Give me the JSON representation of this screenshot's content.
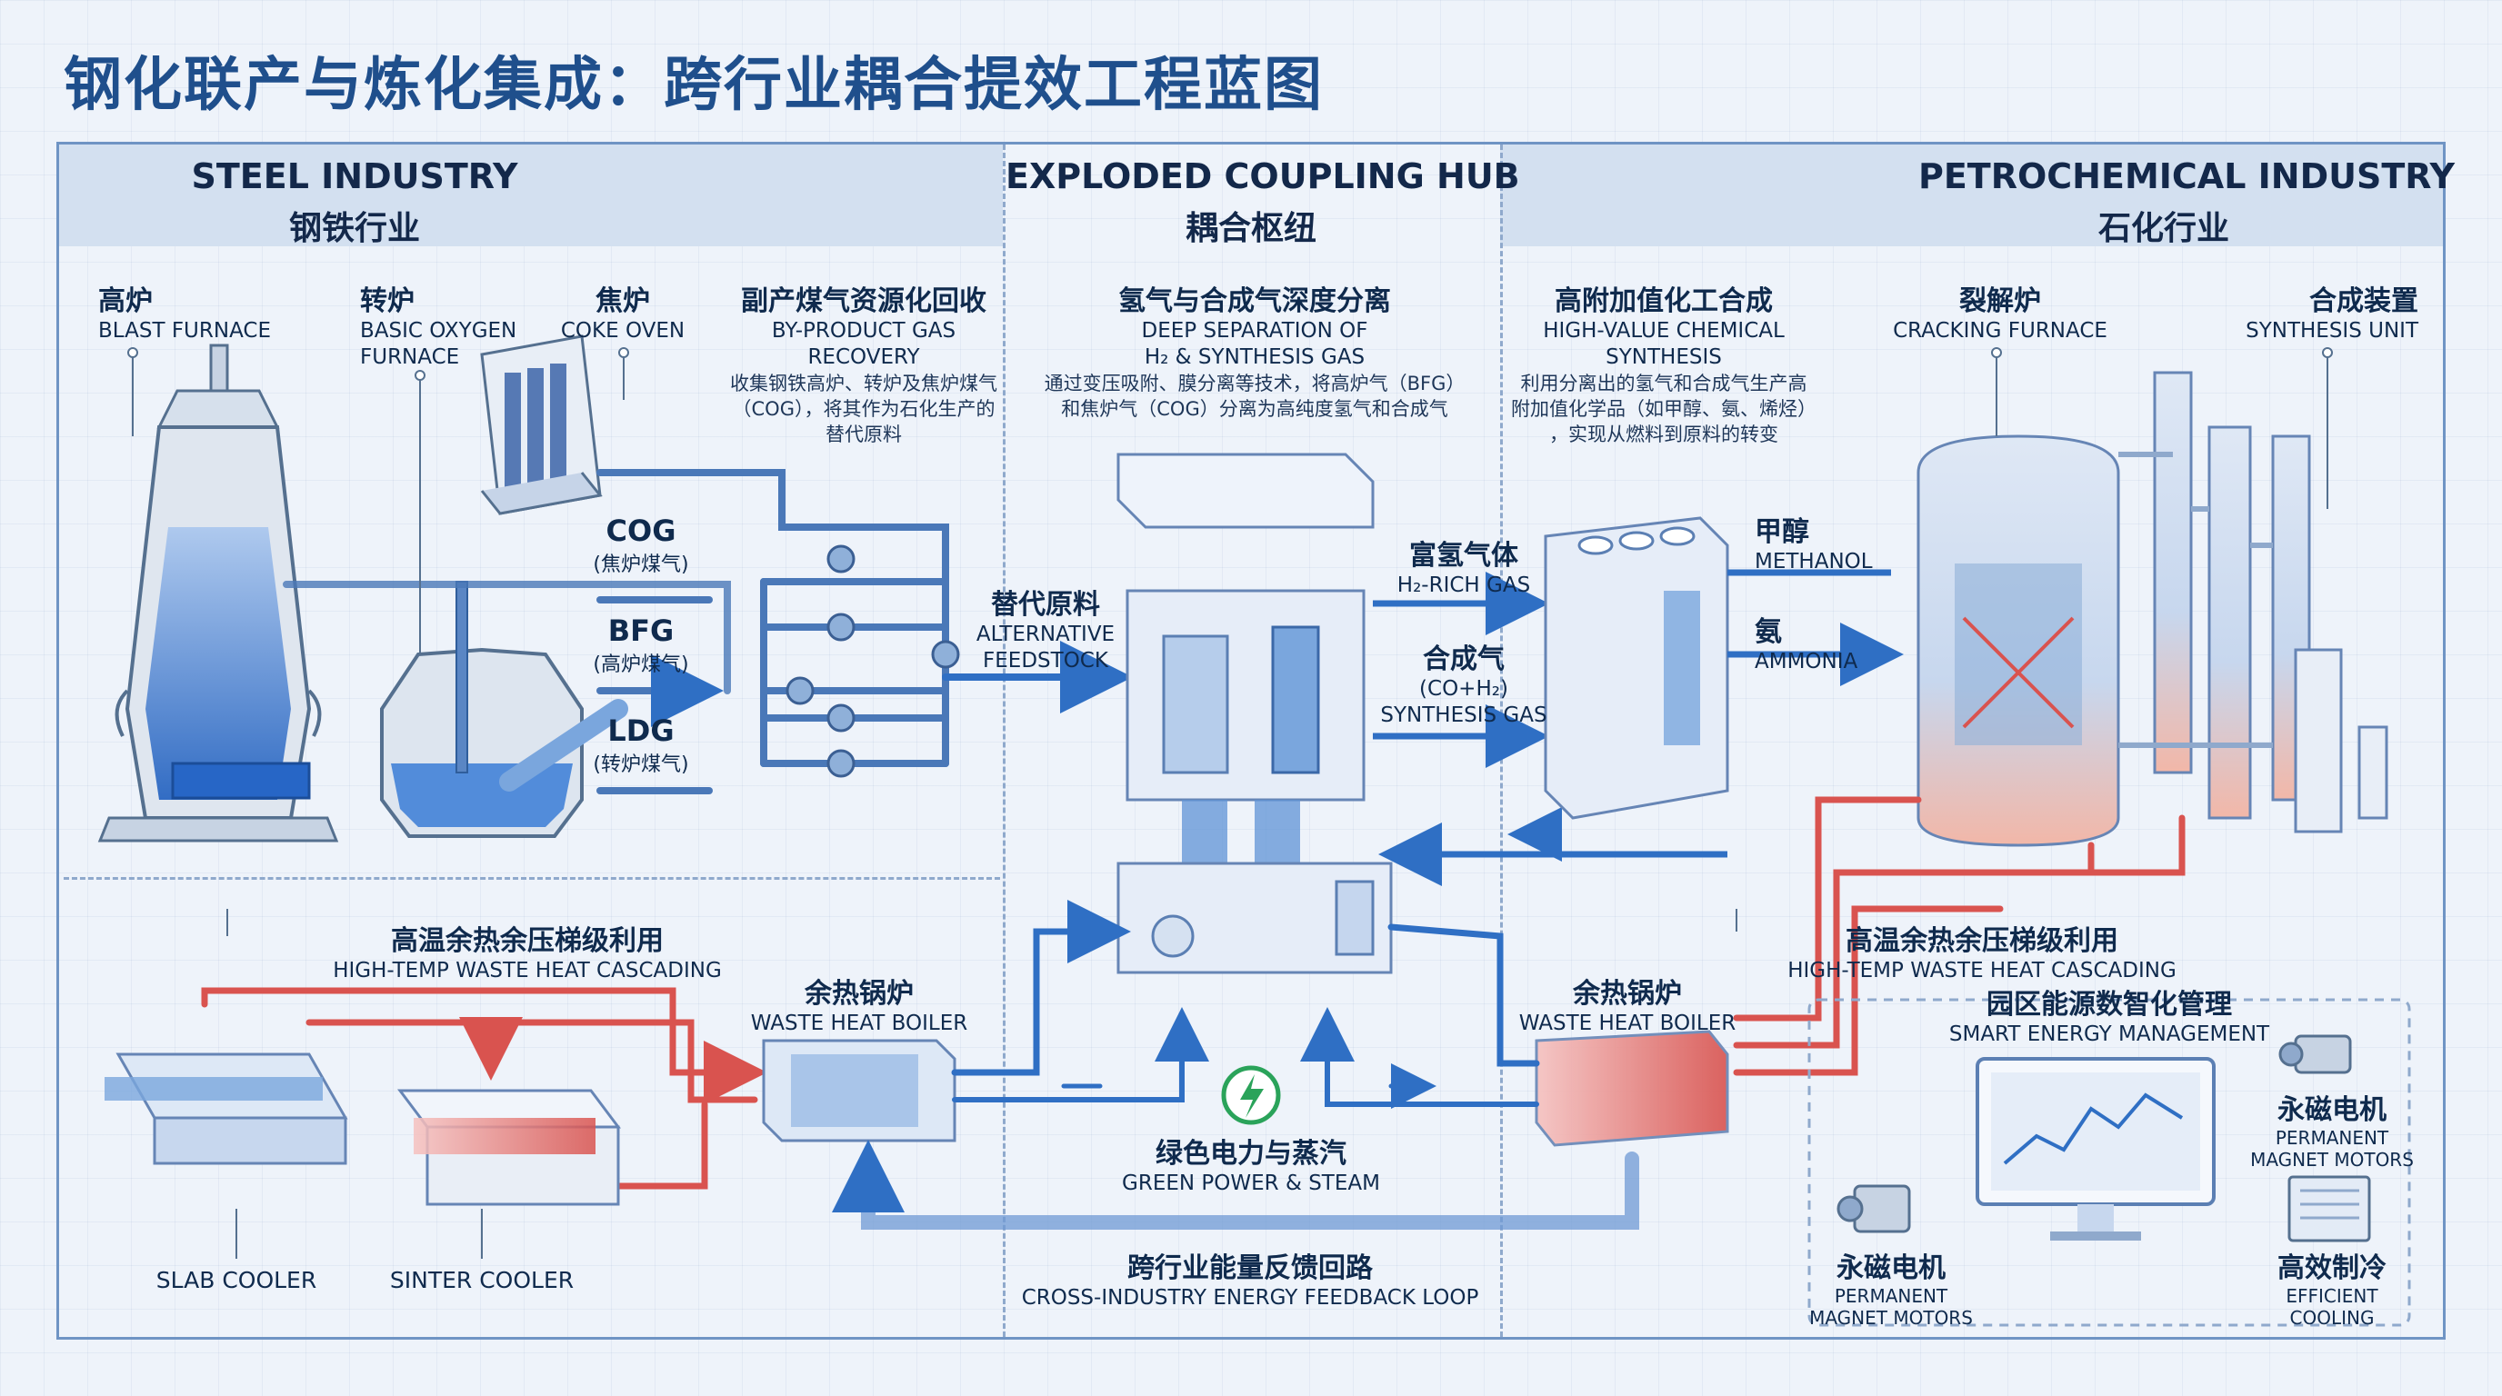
{
  "title": "钢化联产与炼化集成：跨行业耦合提效工程蓝图",
  "headers": {
    "steel": {
      "en": "STEEL INDUSTRY",
      "zh": "钢铁行业"
    },
    "hub": {
      "en": "EXPLODED COUPLING HUB",
      "zh": "耦合枢纽"
    },
    "petro": {
      "en": "PETROCHEMICAL INDUSTRY",
      "zh": "石化行业"
    }
  },
  "steel": {
    "blast_furnace": {
      "zh": "高炉",
      "en": "BLAST FURNACE"
    },
    "bof": {
      "zh": "转炉",
      "en1": "BASIC OXYGEN",
      "en2": "FURNACE"
    },
    "coke_oven": {
      "zh": "焦炉",
      "en": "COKE OVEN"
    },
    "recovery": {
      "zh": "副产煤气资源化回收",
      "en1": "BY-PRODUCT GAS",
      "en2": "RECOVERY",
      "d1": "收集钢铁高炉、转炉及焦炉煤气",
      "d2": "（COG），将其作为石化生产的",
      "d3": "替代原料"
    },
    "gases": [
      {
        "name": "COG",
        "sub": "(焦炉煤气)"
      },
      {
        "name": "BFG",
        "sub": "(高炉煤气)"
      },
      {
        "name": "LDG",
        "sub": "(转炉煤气)"
      }
    ],
    "heat_cascade": {
      "zh": "高温余热余压梯级利用",
      "en": "HIGH-TEMP WASTE HEAT CASCADING"
    },
    "boiler": {
      "zh": "余热锅炉",
      "en": "WASTE HEAT BOILER"
    },
    "slab_cooler": "SLAB COOLER",
    "sinter_cooler": "SINTER COOLER"
  },
  "hub": {
    "feedstock": {
      "zh": "替代原料",
      "en1": "ALTERNATIVE",
      "en2": "FEEDSTOCK"
    },
    "separation": {
      "zh": "氢气与合成气深度分离",
      "en1": "DEEP SEPARATION OF",
      "en2": "H₂ & SYNTHESIS GAS",
      "d1": "通过变压吸附、膜分离等技术，将高炉气（BFG）",
      "d2": "和焦炉气（COG）分离为高纯度氢气和合成气"
    },
    "h2": {
      "zh": "富氢气体",
      "en": "H₂-RICH GAS"
    },
    "syngas": {
      "zh": "合成气",
      "formula": "(CO+H₂)",
      "en": "SYNTHESIS GAS"
    },
    "green_power": {
      "zh": "绿色电力与蒸汽",
      "en": "GREEN POWER & STEAM"
    },
    "feedback": {
      "zh": "跨行业能量反馈回路",
      "en": "CROSS-INDUSTRY ENERGY FEEDBACK LOOP"
    }
  },
  "petro": {
    "synthesis": {
      "zh": "高附加值化工合成",
      "en1": "HIGH-VALUE CHEMICAL",
      "en2": "SYNTHESIS",
      "d1": "利用分离出的氢气和合成气生产高",
      "d2": "附加值化学品（如甲醇、氨、烯烃）",
      "d3": "，实现从燃料到原料的转变"
    },
    "cracking": {
      "zh": "裂解炉",
      "en": "CRACKING FURNACE"
    },
    "synth_unit": {
      "zh": "合成装置",
      "en": "SYNTHESIS UNIT"
    },
    "methanol": {
      "zh": "甲醇",
      "en": "METHANOL"
    },
    "ammonia": {
      "zh": "氨",
      "en": "AMMONIA"
    },
    "heat_cascade": {
      "zh": "高温余热余压梯级利用",
      "en": "HIGH-TEMP WASTE HEAT CASCADING"
    },
    "boiler": {
      "zh": "余热锅炉",
      "en": "WASTE HEAT BOILER"
    },
    "ems": {
      "zh": "园区能源数智化管理",
      "en": "SMART ENERGY MANAGEMENT"
    },
    "motor_right": {
      "zh": "永磁电机",
      "en1": "PERMANENT",
      "en2": "MAGNET MOTORS"
    },
    "motor_left": {
      "zh": "永磁电机",
      "en1": "PERMANENT",
      "en2": "MAGNET MOTORS"
    },
    "cooling": {
      "zh": "高效制冷",
      "en1": "EFFICIENT",
      "en2": "COOLING"
    }
  },
  "colors": {
    "blue": "#2f6fc4",
    "red": "#d9534f",
    "frame": "#6f94c4",
    "title": "#1f4f8c",
    "green": "#2aa35a"
  }
}
